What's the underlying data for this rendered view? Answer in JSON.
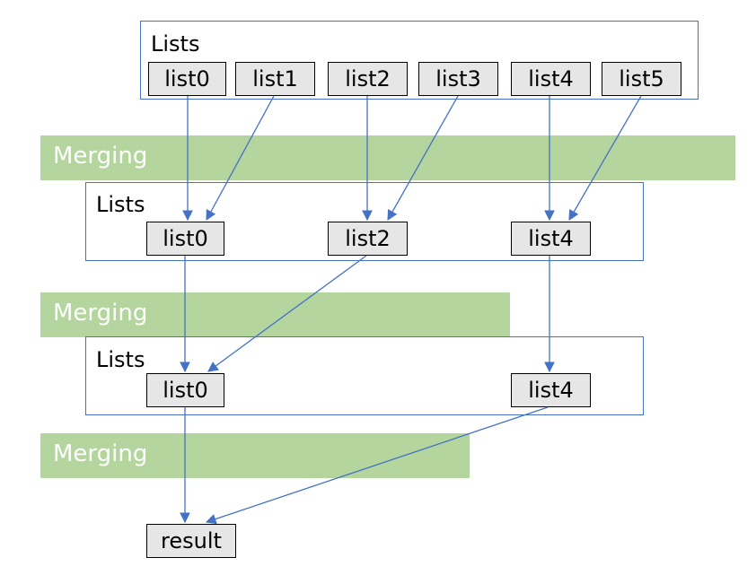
{
  "levels": [
    {
      "title": "Lists",
      "items": [
        "list0",
        "list1",
        "list2",
        "list3",
        "list4",
        "list5"
      ]
    },
    {
      "title": "Lists",
      "items": [
        "list0",
        "list2",
        "list4"
      ]
    },
    {
      "title": "Lists",
      "items": [
        "list0",
        "list4"
      ]
    }
  ],
  "merge_bands": [
    "Merging",
    "Merging",
    "Merging"
  ],
  "result": "result",
  "colors": {
    "border": "#4472c4",
    "arrow": "#4472c4",
    "band": "#b5d59f",
    "node_fill": "#e7e6e6"
  }
}
